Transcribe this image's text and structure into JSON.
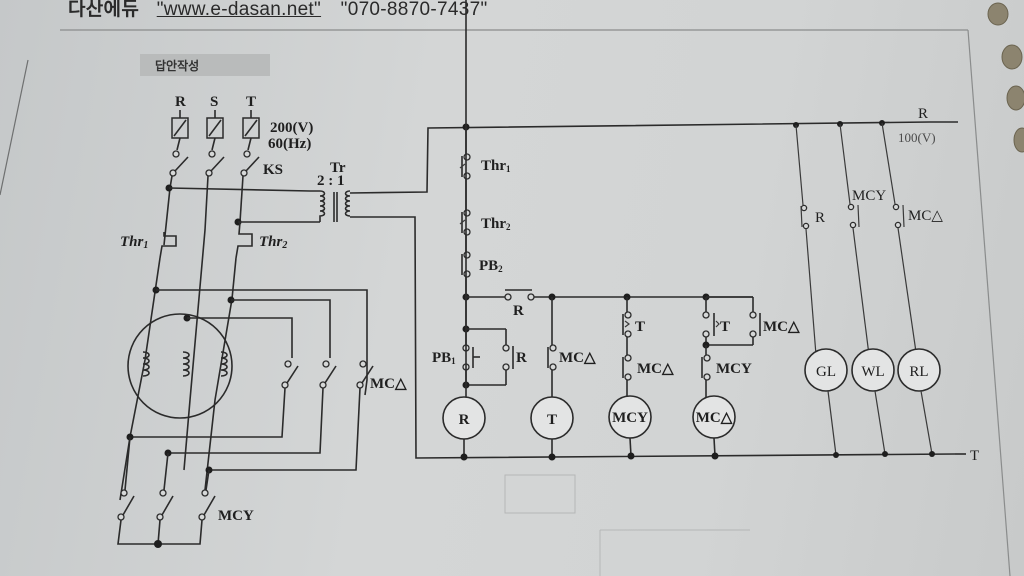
{
  "header": {
    "brand": "다산에듀",
    "url": "\"www.e-dasan.net\"",
    "phone": "\"070-8870-7437\""
  },
  "section_tag": "답안작성",
  "power_circuit": {
    "phases": [
      "R",
      "S",
      "T"
    ],
    "supply_voltage": "200(V)",
    "supply_freq": "60(Hz)",
    "knife_switch": "KS",
    "transformer": {
      "label": "Tr",
      "ratio": "2 : 1"
    },
    "thermal_relay_1": "Thr",
    "thermal_relay_1_sub": "1",
    "thermal_relay_2": "Thr",
    "thermal_relay_2_sub": "2",
    "delta_contactor": "MC△",
    "star_contactor": "MCY"
  },
  "control_circuit": {
    "top_rail": "R",
    "top_rail_voltage": "100(V)",
    "bottom_rail": "T",
    "contacts": {
      "thr1": "Thr",
      "thr1_sub": "1",
      "thr2": "Thr",
      "thr2_sub": "2",
      "pb2": "PB",
      "pb2_sub": "2",
      "pb1": "PB",
      "pb1_sub": "1",
      "r_interlock": "R",
      "r_holding": "R",
      "mcd_nc_t": "MC△",
      "t_timer_nc": "T",
      "mcd_nc_mcy": "MC△",
      "t_timer_no": "T",
      "mcd_holding": "MC△",
      "mcy_nc": "MCY",
      "r_lamp": "R",
      "mcy_lamp": "MCY",
      "mcd_lamp": "MC△"
    },
    "coils": [
      "R",
      "T",
      "MCY",
      "MC△"
    ],
    "lamps": [
      "GL",
      "WL",
      "RL"
    ]
  }
}
